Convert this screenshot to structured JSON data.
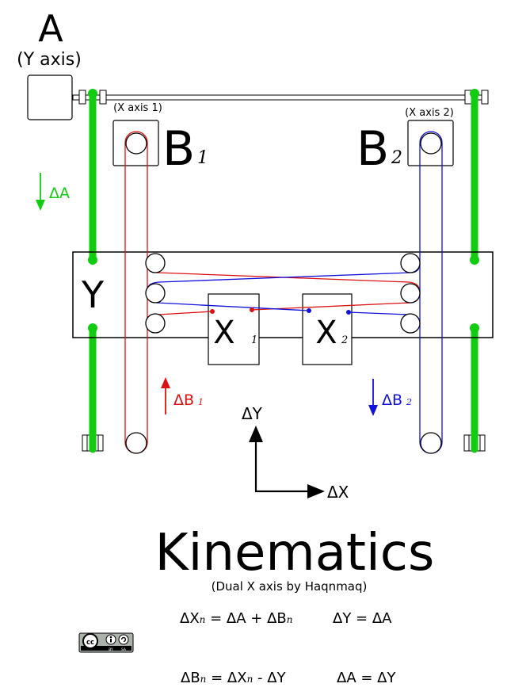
{
  "labels": {
    "motor_a": "A",
    "motor_a_sub": "(Y axis)",
    "x_axis_1": "(X axis 1)",
    "x_axis_2": "(X axis 2)",
    "b1": "B",
    "b1_sub": "1",
    "b2": "B",
    "b2_sub": "2",
    "y": "Y",
    "x1": "X",
    "x1_sub": "1",
    "x2": "X",
    "x2_sub": "2",
    "delta_a": "ΔA",
    "delta_b1": "ΔB",
    "delta_b1_sub": "1",
    "delta_b2": "ΔB",
    "delta_b2_sub": "2",
    "delta_y": "ΔY",
    "delta_x": "ΔX"
  },
  "title": "Kinematics",
  "subtitle": "(Dual X axis by Haqnmaq)",
  "equations": {
    "eq1": {
      "lhs": "ΔX",
      "sub": "n",
      "rest": " = ΔA + ΔB",
      "rest_sub": "n"
    },
    "eq2": "ΔY = ΔA",
    "eq3": {
      "lhs": "ΔB",
      "sub": "n",
      "mid": " = ΔX",
      "mid_sub": "n",
      "rest": " - ΔY"
    },
    "eq4": "ΔA = ΔY"
  },
  "license": {
    "cc": "cc",
    "by": "BY",
    "sa": "SA"
  },
  "colors": {
    "green": "#11cc11",
    "red": "#dd1111",
    "blue": "#1111dd",
    "black": "#000000"
  }
}
